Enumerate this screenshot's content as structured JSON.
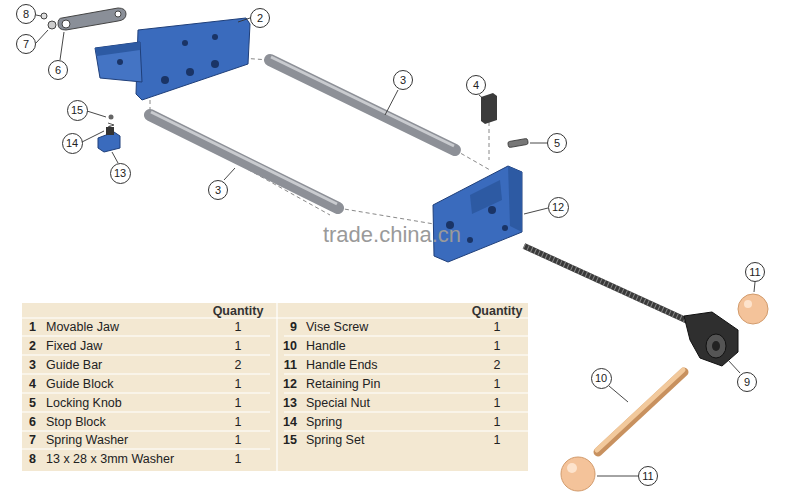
{
  "diagram": {
    "labels": [
      "8",
      "2",
      "7",
      "6",
      "3",
      "4",
      "15",
      "5",
      "14",
      "13",
      "3",
      "12",
      "11",
      "9",
      "10",
      "11",
      "trade.china.cn",
      "Quantity",
      "Quantity",
      "1",
      "Movable Jaw",
      "1",
      "2",
      "Fixed Jaw",
      "1",
      "3",
      "Guide Bar",
      "2",
      "4",
      "Guide Block",
      "1",
      "5",
      "Locking Knob",
      "1",
      "6",
      "Stop Block",
      "1",
      "7",
      "Spring Washer",
      "1",
      "8",
      "13 x 28 x 3mm Washer",
      "1",
      "9",
      "Vise Screw",
      "1",
      "10",
      "Handle",
      "1",
      "11",
      "Handle Ends",
      "2",
      "12",
      "Retaining Pin",
      "1",
      "13",
      "Special Nut",
      "1",
      "14",
      "Spring",
      "1",
      "15",
      "Spring Set",
      "1"
    ]
  }
}
